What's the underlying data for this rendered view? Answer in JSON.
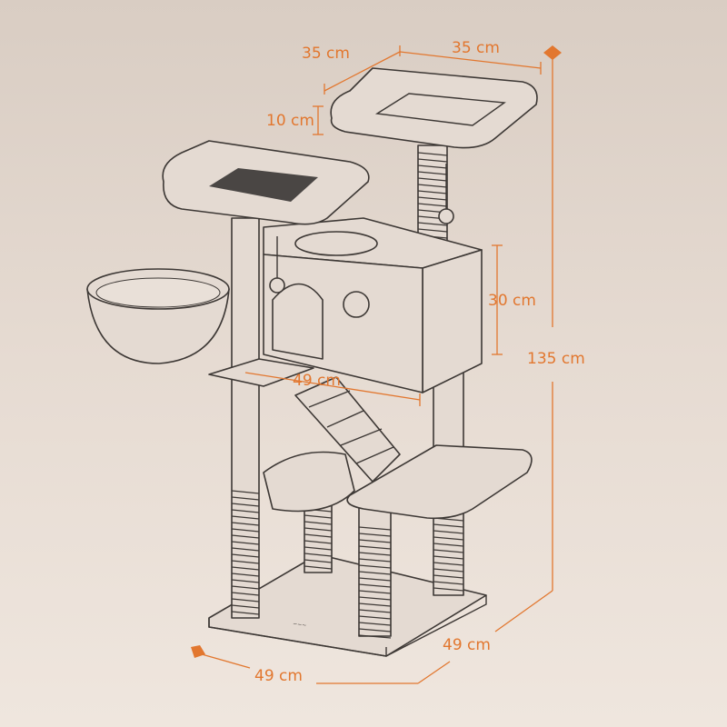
{
  "dimensions": {
    "top_width": "35 cm",
    "top_depth": "35 cm",
    "top_thickness": "10 cm",
    "condo_height": "30 cm",
    "condo_width": "49 cm",
    "total_height": "135 cm",
    "base_depth": "49 cm",
    "base_width": "49 cm"
  },
  "colors": {
    "accent": "#e2772f",
    "line": "#3d3835",
    "background": "#e2d7ce",
    "pad": "#4a4644"
  }
}
